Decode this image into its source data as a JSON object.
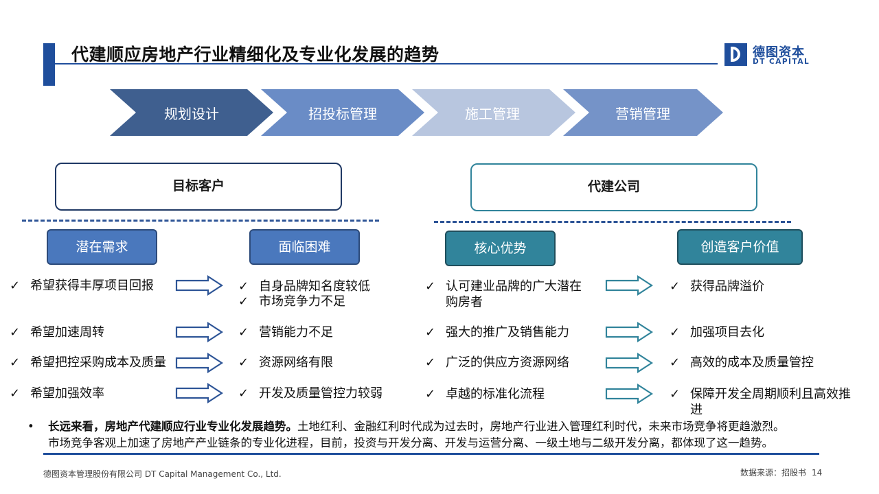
{
  "title": "代建顺应房地产行业精细化及专业化发展的趋势",
  "logo": {
    "cn": "德图资本",
    "en": "DT CAPITAL"
  },
  "process_steps": [
    {
      "label": "规划设计",
      "color": "#3f5f8f"
    },
    {
      "label": "招投标管理",
      "color": "#6a8cc6"
    },
    {
      "label": "施工管理",
      "color": "#b8c6df"
    },
    {
      "label": "营销管理",
      "color": "#7593c8"
    }
  ],
  "left_panel": {
    "header": "目标客户",
    "col1_title": "潜在需求",
    "col2_title": "面临困难",
    "rows": [
      {
        "need": "希望获得丰厚项目回报",
        "difficulty": [
          "自身品牌知名度较低",
          "市场竞争力不足"
        ]
      },
      {
        "need": "希望加速周转",
        "difficulty": [
          "营销能力不足"
        ]
      },
      {
        "need": "希望把控采购成本及质量",
        "difficulty": [
          "资源网络有限"
        ]
      },
      {
        "need": "希望加强效率",
        "difficulty": [
          "开发及质量管控力较弱"
        ]
      }
    ]
  },
  "right_panel": {
    "header": "代建公司",
    "col1_title": "核心优势",
    "col2_title": "创造客户价值",
    "rows": [
      {
        "advantage": [
          "认可建业品牌的广大潜在",
          "购房者"
        ],
        "value": [
          "获得品牌溢价"
        ]
      },
      {
        "advantage": [
          "强大的推广及销售能力"
        ],
        "value": [
          "加强项目去化"
        ]
      },
      {
        "advantage": [
          "广泛的供应方资源网络"
        ],
        "value": [
          "高效的成本及质量管控"
        ]
      },
      {
        "advantage": [
          "卓越的标准化流程"
        ],
        "value": [
          "保障开发全周期顺利且高效推",
          "进"
        ]
      }
    ]
  },
  "check_mark": "✓",
  "bullet": "•",
  "summary": {
    "bold": "长远来看，房地产代建顺应行业专业化发展趋势。",
    "line1_rest": "土地红利、金融红利时代成为过去时，房地产行业进入管理红利时代，未来市场竞争将更趋激烈。",
    "line2": "市场竞争客观上加速了房地产产业链条的专业化进程，目前，投资与开发分离、开发与运营分离、一级土地与二级开发分离，都体现了这一趋势。"
  },
  "footer": {
    "company": "德图资本管理股份有限公司  DT Capital Management  Co., Ltd.",
    "source": "数据来源：招股书",
    "page": "14"
  }
}
